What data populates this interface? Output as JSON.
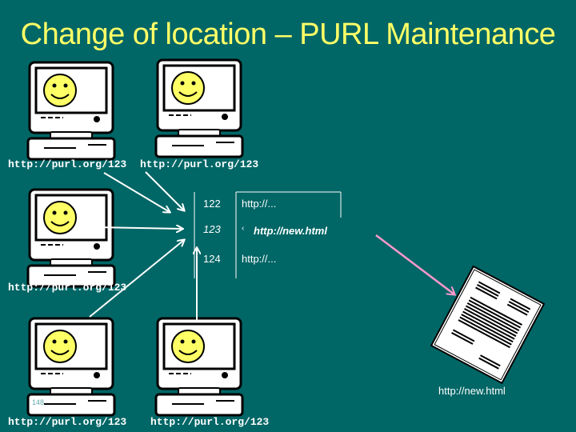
{
  "title": "Change of location – PURL Maintenance",
  "purl_labels": [
    "http://purl.org/123",
    "http://purl.org/123",
    "http://purl.org/123",
    "http://purl.org/123",
    "http://purl.org/123"
  ],
  "table": {
    "rows": [
      {
        "id": "122",
        "target": "http://..."
      },
      {
        "id": "123",
        "target": "http://new.html",
        "marker": "‹"
      },
      {
        "id": "124",
        "target": "http://..."
      }
    ]
  },
  "document_label": "http://new.html",
  "slide_number": "148",
  "colors": {
    "background": "#006666",
    "title": "#ffff66",
    "arrow": "#ffffff",
    "pink_arrow": "#ff99cc",
    "face": "#ffff66"
  }
}
